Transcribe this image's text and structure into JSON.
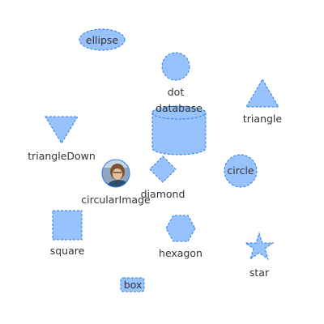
{
  "style": {
    "fill": "#97c2fc",
    "stroke": "#2b7ce9",
    "label_color": "#343434"
  },
  "nodes": {
    "ellipse": {
      "label": "ellipse",
      "shape": "ellipse"
    },
    "dot": {
      "label": "dot",
      "shape": "dot"
    },
    "database": {
      "label": "database",
      "shape": "database"
    },
    "triangle": {
      "label": "triangle",
      "shape": "triangle"
    },
    "triangleDown": {
      "label": "triangleDown",
      "shape": "triangleDown"
    },
    "diamond": {
      "label": "diamond",
      "shape": "diamond"
    },
    "circularImage": {
      "label": "circularImage",
      "shape": "circularImage"
    },
    "circle": {
      "label": "circle",
      "shape": "circle"
    },
    "square": {
      "label": "square",
      "shape": "square"
    },
    "hexagon": {
      "label": "hexagon",
      "shape": "hexagon"
    },
    "star": {
      "label": "star",
      "shape": "star"
    },
    "box": {
      "label": "box",
      "shape": "box"
    }
  }
}
